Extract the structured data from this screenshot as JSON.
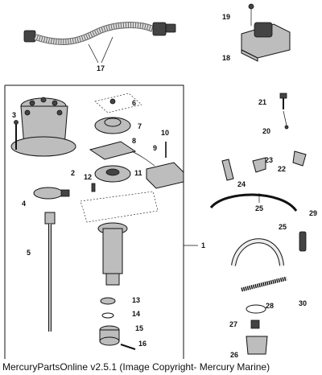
{
  "callouts": [
    "1",
    "2",
    "3",
    "4",
    "5",
    "6",
    "7",
    "8",
    "9",
    "10",
    "11",
    "12",
    "13",
    "14",
    "15",
    "16",
    "17",
    "18",
    "19",
    "20",
    "21",
    "22",
    "23",
    "24",
    "25",
    "25",
    "26",
    "27",
    "28",
    "29",
    "30"
  ],
  "footer": "MercuryPartsOnline v2.5.1 (Image Copyright- Mercury Marine)"
}
